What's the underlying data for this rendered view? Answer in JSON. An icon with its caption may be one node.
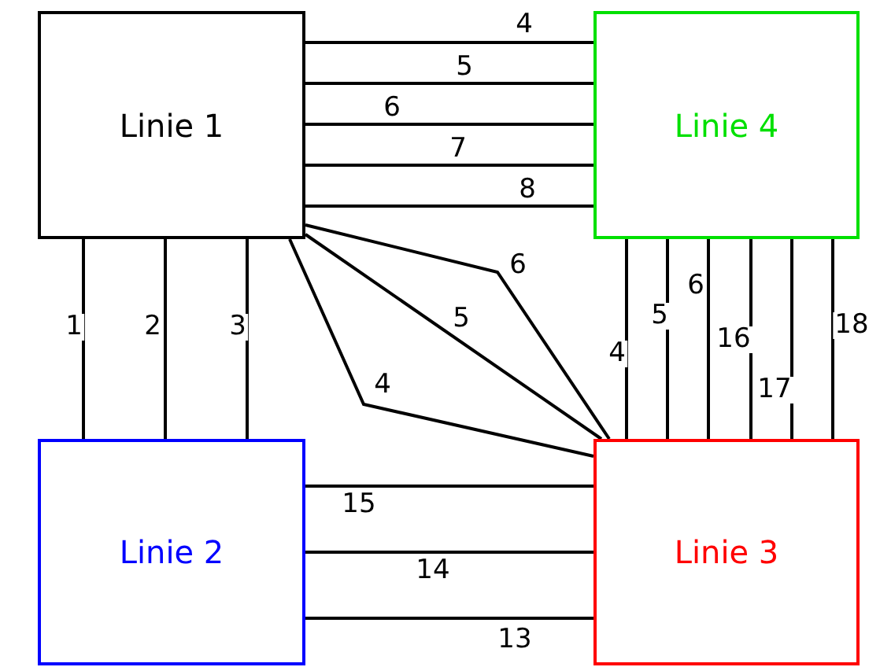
{
  "diagram": {
    "nodes": [
      {
        "text": [
          "Linie 1"
        ]
      },
      {
        "text": [
          "Linie 4"
        ]
      },
      {
        "text": [
          "Linie 2"
        ]
      },
      {
        "text": [
          "Linie 3"
        ]
      }
    ],
    "edges": [
      {
        "from": 0,
        "to": 1,
        "arrow": "none",
        "label": "4"
      },
      {
        "from": 0,
        "to": 1,
        "arrow": "none",
        "label": "5"
      },
      {
        "from": 0,
        "to": 1,
        "arrow": "none",
        "label": "6"
      },
      {
        "from": 0,
        "to": 1,
        "arrow": "none",
        "label": "7"
      },
      {
        "from": 0,
        "to": 1,
        "arrow": "none",
        "label": "8"
      },
      {
        "from": 0,
        "to": 2,
        "arrow": "none",
        "label": "1"
      },
      {
        "from": 0,
        "to": 2,
        "arrow": "none",
        "label": "2"
      },
      {
        "from": 0,
        "to": 2,
        "arrow": "none",
        "label": "3"
      },
      {
        "from": 0,
        "to": 3,
        "arrow": "none",
        "label": "6"
      },
      {
        "from": 0,
        "to": 3,
        "arrow": "none",
        "label": "5"
      },
      {
        "from": 0,
        "to": 3,
        "arrow": "none",
        "label": "4"
      },
      {
        "from": 1,
        "to": 3,
        "arrow": "none",
        "label": "4"
      },
      {
        "from": 1,
        "to": 3,
        "arrow": "none",
        "label": "5"
      },
      {
        "from": 1,
        "to": 3,
        "arrow": "none",
        "label": "6"
      },
      {
        "from": 1,
        "to": 3,
        "arrow": "none",
        "label": "16"
      },
      {
        "from": 1,
        "to": 3,
        "arrow": "none",
        "label": "17"
      },
      {
        "from": 1,
        "to": 3,
        "arrow": "none",
        "label": "18"
      },
      {
        "from": 2,
        "to": 3,
        "arrow": "none",
        "label": "15"
      },
      {
        "from": 2,
        "to": 3,
        "arrow": "none",
        "label": "14"
      },
      {
        "from": 2,
        "to": 3,
        "arrow": "none",
        "label": "13"
      }
    ]
  }
}
